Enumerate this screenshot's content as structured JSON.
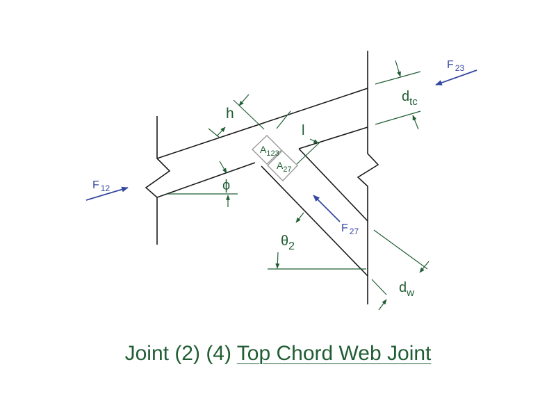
{
  "caption": {
    "prefix": "Joint (2) (4)",
    "title": "Top Chord Web Joint"
  },
  "labels": {
    "h": "h",
    "l": "l",
    "phi": "ϕ",
    "theta": {
      "base": "θ",
      "sub": "2"
    },
    "d_tc": {
      "base": "d",
      "sub": "tc"
    },
    "d_w": {
      "base": "d",
      "sub": "w"
    },
    "A123": {
      "base": "A",
      "sub": "123"
    },
    "A27": {
      "base": "A",
      "sub": "27"
    },
    "F12": {
      "base": "F",
      "sub": "12"
    },
    "F23": {
      "base": "F",
      "sub": "23"
    },
    "F27": {
      "base": "F",
      "sub": "27"
    }
  },
  "colors": {
    "structure": "#1a1a1a",
    "dimension": "#1f5d33",
    "force": "#3548a0",
    "area_box": "#9a9a9a"
  }
}
